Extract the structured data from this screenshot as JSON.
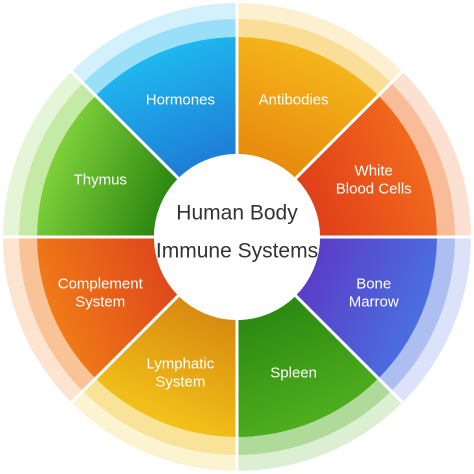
{
  "center": {
    "line1": "Human Body",
    "line2": "Immune Systems"
  },
  "segments": [
    {
      "id": "thymus",
      "lines": [
        "Thymus"
      ],
      "color_light": "#7fd03a",
      "color_dark": "#2f8a12"
    },
    {
      "id": "hormones",
      "lines": [
        "Hormones"
      ],
      "color_light": "#1fb8f0",
      "color_dark": "#1e7fd6"
    },
    {
      "id": "antibodies",
      "lines": [
        "Antibodies"
      ],
      "color_light": "#f5b51a",
      "color_dark": "#e88c0e"
    },
    {
      "id": "white-blood-cells",
      "lines": [
        "White",
        "Blood Cells"
      ],
      "color_light": "#f26a1c",
      "color_dark": "#e0401a"
    },
    {
      "id": "bone-marrow",
      "lines": [
        "Bone",
        "Marrow"
      ],
      "color_light": "#4a6fe0",
      "color_dark": "#5a3fc8"
    },
    {
      "id": "spleen",
      "lines": [
        "Spleen"
      ],
      "color_light": "#4fae1e",
      "color_dark": "#2d8a12"
    },
    {
      "id": "lymphatic-system",
      "lines": [
        "Lymphatic",
        "System"
      ],
      "color_light": "#f2c21a",
      "color_dark": "#d98c10"
    },
    {
      "id": "complement-system",
      "lines": [
        "Complement",
        "System"
      ],
      "color_light": "#f07a18",
      "color_dark": "#e04a1a"
    }
  ]
}
